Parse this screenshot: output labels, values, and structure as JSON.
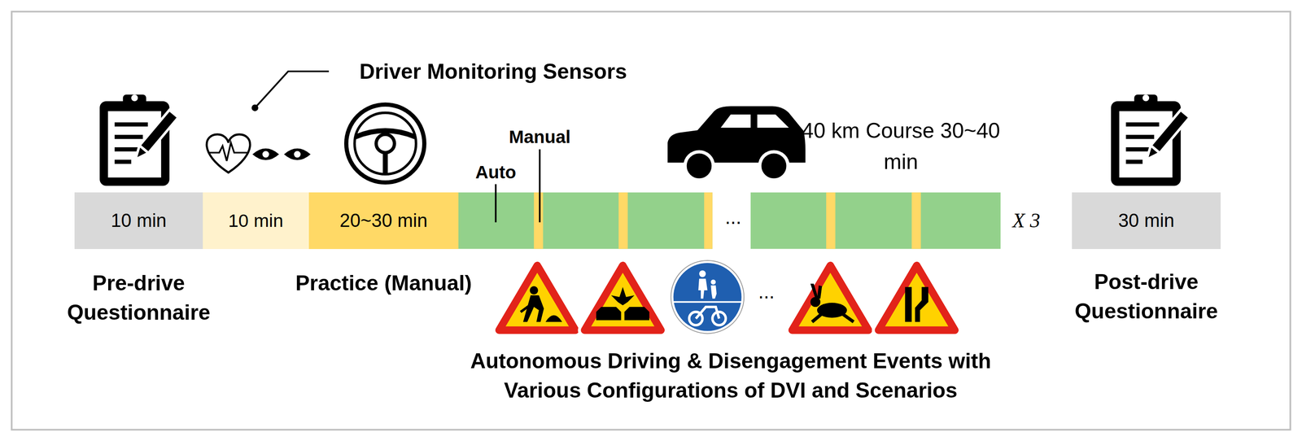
{
  "diagram": {
    "nodes": [
      {
        "text": [
          "10 min",
          "Pre-drive Questionnaire"
        ]
      },
      {
        "text": [
          "10 min"
        ]
      },
      {
        "text": [
          "20~30 min",
          "Practice (Manual)"
        ]
      },
      {
        "text": [
          "30 min",
          "Post-drive Questionnaire"
        ]
      }
    ],
    "labels": [
      "Driver Monitoring Sensors",
      "Manual",
      "Auto",
      "40 km Course 30~40 min",
      "...",
      "X 3",
      "...",
      "Autonomous Driving & Disengagement Events with Various Configurations of DVI and Scenarios"
    ]
  }
}
